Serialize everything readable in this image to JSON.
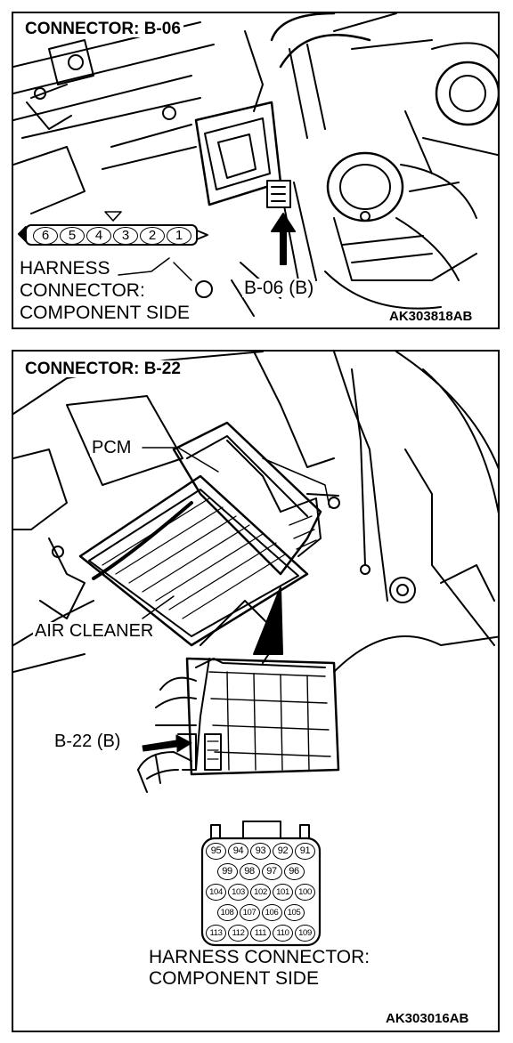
{
  "panels": [
    {
      "title": "CONNECTOR: B-06",
      "pins": [
        "6",
        "5",
        "4",
        "3",
        "2",
        "1"
      ],
      "harness_label": [
        "HARNESS",
        "CONNECTOR:",
        "COMPONENT SIDE"
      ],
      "connector_callout": "B-06 (B)",
      "figure_code": "AK303818AB"
    },
    {
      "title": "CONNECTOR: B-22",
      "pcm_label": "PCM",
      "air_cleaner_label": "AIR CLEANER",
      "connector_callout": "B-22 (B)",
      "pin_rows": [
        [
          "95",
          "94",
          "93",
          "92",
          "91"
        ],
        [
          "99",
          "98",
          "97",
          "96"
        ],
        [
          "104",
          "103",
          "102",
          "101",
          "100"
        ],
        [
          "108",
          "107",
          "106",
          "105"
        ],
        [
          "113",
          "112",
          "111",
          "110",
          "109"
        ]
      ],
      "harness_label": [
        "HARNESS CONNECTOR:",
        "COMPONENT SIDE"
      ],
      "figure_code": "AK303016AB"
    }
  ]
}
